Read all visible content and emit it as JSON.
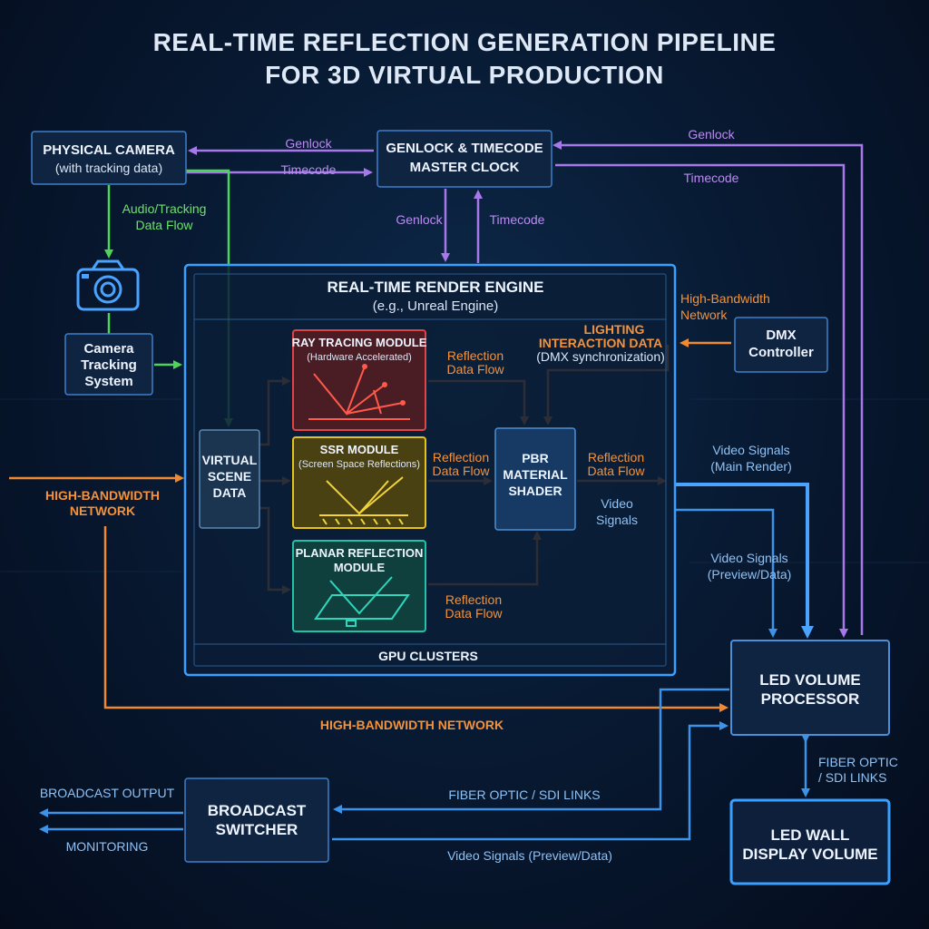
{
  "title": {
    "line1": "REAL-TIME REFLECTION GENERATION PIPELINE",
    "line2": "FOR 3D VIRTUAL PRODUCTION"
  },
  "nodes": {
    "physical_camera": {
      "line1": "PHYSICAL CAMERA",
      "line2": "(with tracking data)"
    },
    "genlock_master": {
      "line1": "GENLOCK & TIMECODE",
      "line2": "MASTER CLOCK"
    },
    "camera_tracking": {
      "line1": "Camera",
      "line2": "Tracking",
      "line3": "System"
    },
    "render_engine": {
      "line1": "REAL-TIME RENDER ENGINE",
      "line2": "(e.g., Unreal Engine)"
    },
    "ray_tracing": {
      "line1": "RAY TRACING MODULE",
      "line2": "(Hardware Accelerated)"
    },
    "ssr": {
      "line1": "SSR MODULE",
      "line2": "(Screen Space Reflections)"
    },
    "planar": {
      "line1": "PLANAR REFLECTION",
      "line2": "MODULE"
    },
    "virtual_scene": {
      "line1": "VIRTUAL",
      "line2": "SCENE",
      "line3": "DATA"
    },
    "pbr_shader": {
      "line1": "PBR",
      "line2": "MATERIAL",
      "line3": "SHADER"
    },
    "gpu_clusters": "GPU CLUSTERS",
    "dmx": {
      "line1": "DMX",
      "line2": "Controller"
    },
    "led_processor": {
      "line1": "LED VOLUME",
      "line2": "PROCESSOR"
    },
    "led_wall": {
      "line1": "LED WALL",
      "line2": "DISPLAY VOLUME"
    },
    "broadcast_switcher": {
      "line1": "BROADCAST",
      "line2": "SWITCHER"
    }
  },
  "labels": {
    "genlock_left": "Genlock",
    "timecode_left": "Timecode",
    "genlock_right": "Genlock",
    "timecode_right": "Timecode",
    "genlock_down": "Genlock",
    "timecode_up": "Timecode",
    "audio_tracking_1": "Audio/Tracking",
    "audio_tracking_2": "Data Flow",
    "hb_network_tr_1": "High-Bandwidth",
    "hb_network_tr_2": "Network",
    "lighting_1": "LIGHTING",
    "lighting_2": "INTERACTION DATA",
    "lighting_3": "(DMX synchronization)",
    "refl_rt_1": "Reflection",
    "refl_rt_2": "Data Flow",
    "refl_ssr_1": "Reflection",
    "refl_ssr_2": "Data Flow",
    "refl_planar_1": "Reflection",
    "refl_planar_2": "Data Flow",
    "refl_pbr_1": "Reflection",
    "refl_pbr_2": "Data Flow",
    "video_signals_inner_1": "Video",
    "video_signals_inner_2": "Signals",
    "video_main_1": "Video Signals",
    "video_main_2": "(Main Render)",
    "video_preview_1": "Video Signals",
    "video_preview_2": "(Preview/Data)",
    "hb_network_left_1": "HIGH-BANDWIDTH",
    "hb_network_left_2": "NETWORK",
    "hb_network_bottom": "HIGH-BANDWIDTH NETWORK",
    "fiber_right_1": "FIBER OPTIC",
    "fiber_right_2": "/ SDI LINKS",
    "fiber_bottom": "FIBER OPTIC / SDI LINKS",
    "video_preview_bottom": "Video Signals (Preview/Data)",
    "broadcast_output": "BROADCAST OUTPUT",
    "monitoring": "MONITORING"
  },
  "colors": {
    "purple": "#a678ea",
    "green": "#4fd35a",
    "orange": "#f08a32",
    "blue": "#3c93e8",
    "ray_tracing": "#c0392b",
    "ssr": "#c9a81e",
    "planar": "#1fae9a"
  },
  "icons": [
    "camera-icon"
  ]
}
